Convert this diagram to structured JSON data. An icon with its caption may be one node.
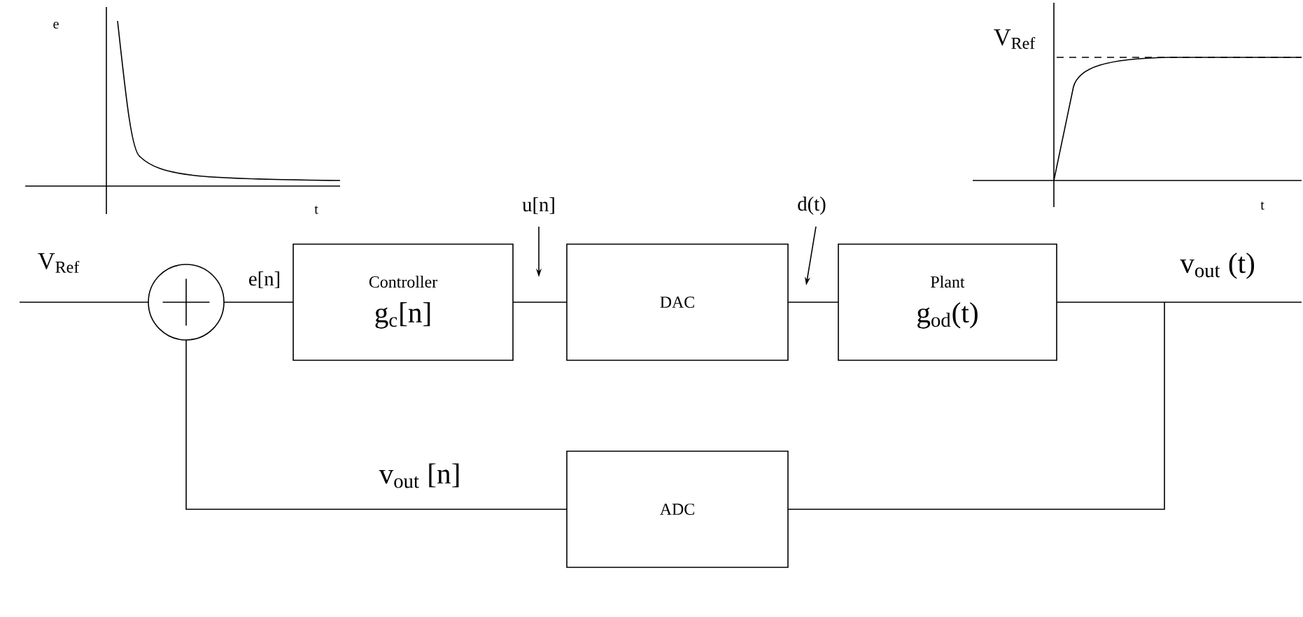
{
  "diagram": {
    "nodes": [
      {
        "text": [],
        "shape": "circle"
      },
      {
        "text": [
          "Controller",
          "g$_{c}$[n]"
        ]
      },
      {
        "text": [
          "DAC"
        ]
      },
      {
        "text": [
          "Plant",
          "g$_{od}$(t)"
        ]
      },
      {
        "text": [
          "ADC"
        ]
      }
    ],
    "edges": [
      {
        "from": null,
        "to": 0,
        "arrow": "none"
      },
      {
        "from": 0,
        "to": 1,
        "arrow": "none"
      },
      {
        "from": 1,
        "to": 2,
        "arrow": "none"
      },
      {
        "from": 2,
        "to": 3,
        "arrow": "none"
      },
      {
        "from": 3,
        "to": null,
        "arrow": "none"
      },
      {
        "from": 3,
        "to": 4,
        "arrow": "none"
      },
      {
        "from": 4,
        "to": 0,
        "arrow": "none"
      }
    ],
    "labels": [
      "e",
      "V$_{Ref}$",
      "t",
      "t",
      "u[n]",
      "d(t)",
      "V$_{Ref}$",
      "e[n]",
      "v$_{out}$ (t)",
      "v$_{out}$ [n]"
    ]
  }
}
